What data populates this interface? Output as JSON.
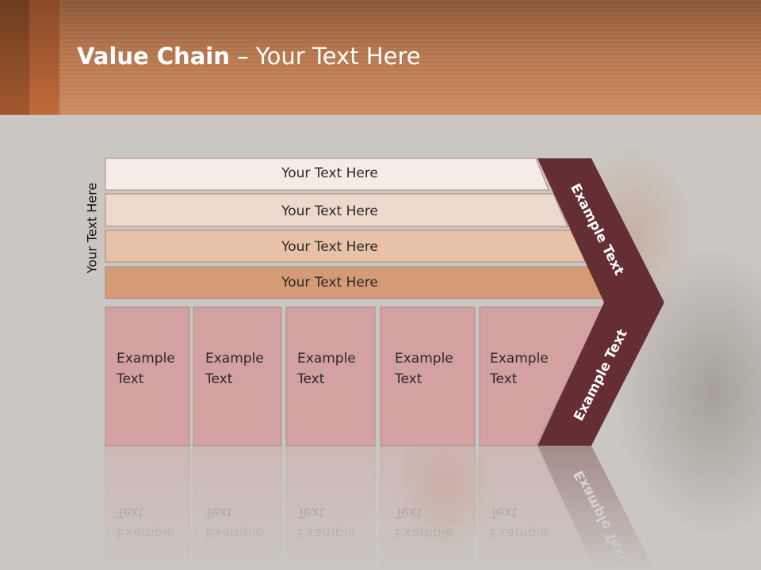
{
  "slide": {
    "title_bold": "Value Chain",
    "title_rest": " – Your Text Here",
    "side_label": "Your Text Here"
  },
  "support_rows": [
    {
      "label": "Your Text Here",
      "color": "#f6ece7"
    },
    {
      "label": "Your Text Here",
      "color": "#eed7cb"
    },
    {
      "label": "Your Text Here",
      "color": "#e7c2a8"
    },
    {
      "label": "Your Text Here",
      "color": "#d59b76"
    }
  ],
  "primary_cells": [
    {
      "line1": "Example",
      "line2": "Text"
    },
    {
      "line1": "Example",
      "line2": "Text"
    },
    {
      "line1": "Example",
      "line2": "Text"
    },
    {
      "line1": "Example",
      "line2": "Text"
    },
    {
      "line1": "Example",
      "line2": "Text"
    }
  ],
  "margin_chevron": {
    "upper_label": "Example Text",
    "lower_label": "Example Text",
    "color": "#642e33"
  },
  "colors": {
    "cell_fill": "#d3a1a2",
    "cell_stroke": "#a9898a",
    "row_stroke": "#a98a7e"
  }
}
